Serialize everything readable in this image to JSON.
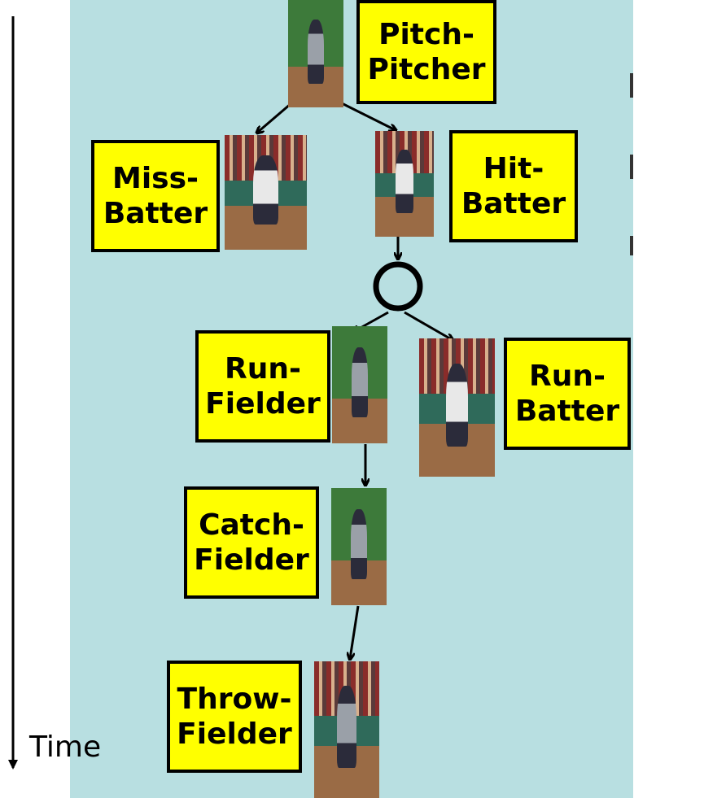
{
  "diagram": {
    "time_axis_label": "Time",
    "nodes": [
      {
        "id": "pitch_pitcher",
        "label": "Pitch-\nPitcher"
      },
      {
        "id": "miss_batter",
        "label": "Miss-\nBatter"
      },
      {
        "id": "hit_batter",
        "label": "Hit-\nBatter"
      },
      {
        "id": "run_fielder",
        "label": "Run-\nFielder"
      },
      {
        "id": "run_batter",
        "label": "Run-\nBatter"
      },
      {
        "id": "catch_fielder",
        "label": "Catch-\nFielder"
      },
      {
        "id": "throw_fielder",
        "label": "Throw-\nFielder"
      }
    ],
    "colors": {
      "background": "#b8dfe1",
      "label_fill": "#ffff00",
      "border": "#000000"
    },
    "edges": [
      {
        "from": "pitch_pitcher",
        "to": "miss_batter"
      },
      {
        "from": "pitch_pitcher",
        "to": "hit_batter"
      },
      {
        "from": "hit_batter",
        "to": "and_node"
      },
      {
        "from": "and_node",
        "to": "run_fielder"
      },
      {
        "from": "and_node",
        "to": "run_batter"
      },
      {
        "from": "run_fielder",
        "to": "catch_fielder"
      },
      {
        "from": "catch_fielder",
        "to": "throw_fielder"
      }
    ]
  }
}
